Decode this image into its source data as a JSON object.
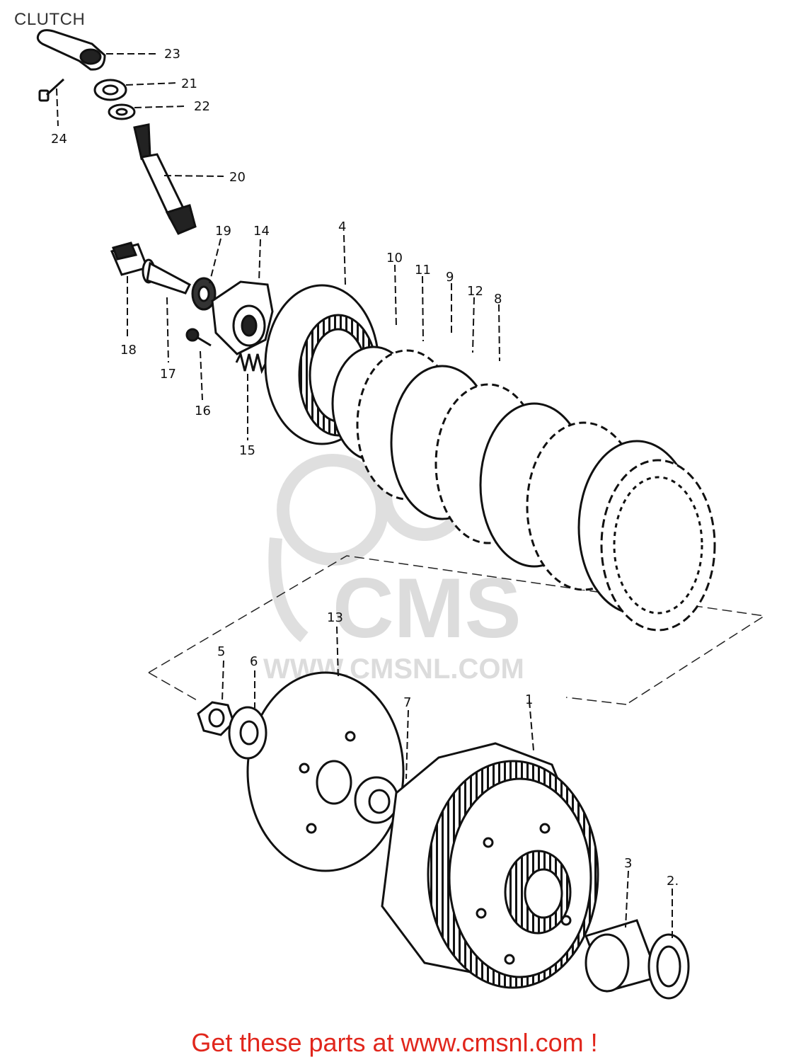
{
  "title": "CLUTCH",
  "watermark": {
    "logo_text": "CMS",
    "url_text": "WWW.CMSNL.COM"
  },
  "footer": {
    "promo_text": "Get these parts at www.cmsnl.com !",
    "promo_color": "#e1261c"
  },
  "callouts": {
    "p1": "1",
    "p2": "2.",
    "p3": "3",
    "p4": "4",
    "p5": "5",
    "p6": "6",
    "p7": "7",
    "p8": "8",
    "p9": "9",
    "p10": "10",
    "p11": "11",
    "p12": "12",
    "p13": "13",
    "p14": "14",
    "p15": "15",
    "p16": "16",
    "p17": "17",
    "p18": "18",
    "p19": "19",
    "p20": "20",
    "p21": "21",
    "p22": "22",
    "p23": "23",
    "p24": "24"
  }
}
